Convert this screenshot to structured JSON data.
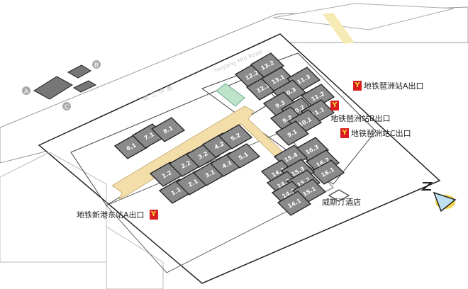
{
  "roads": {
    "top_en": "Yuejiang Mid Road",
    "top_cn": "阅江中路"
  },
  "legend_markers": [
    "A",
    "B",
    "C"
  ],
  "halls": [
    {
      "label": "6.1"
    },
    {
      "label": "7.1"
    },
    {
      "label": "8.1"
    },
    {
      "label": "1.1"
    },
    {
      "label": "1.2"
    },
    {
      "label": "2.1"
    },
    {
      "label": "2.2"
    },
    {
      "label": "3.1"
    },
    {
      "label": "3.2"
    },
    {
      "label": "4.1"
    },
    {
      "label": "4.2"
    },
    {
      "label": "5.1"
    },
    {
      "label": "5.2"
    },
    {
      "label": "12.2"
    },
    {
      "label": "13.2"
    },
    {
      "label": "12.1"
    },
    {
      "label": "13.1"
    },
    {
      "label": "11.3"
    },
    {
      "label": "10.3"
    },
    {
      "label": "11.2"
    },
    {
      "label": "9.3"
    },
    {
      "label": "10.2"
    },
    {
      "label": "11.1"
    },
    {
      "label": "9.2"
    },
    {
      "label": "10.1"
    },
    {
      "label": "9.1"
    },
    {
      "label": "16.3"
    },
    {
      "label": "16.2"
    },
    {
      "label": "16.1"
    },
    {
      "label": "15.4"
    },
    {
      "label": "14.4"
    },
    {
      "label": "15.3"
    },
    {
      "label": "14.3"
    },
    {
      "label": "15.2"
    },
    {
      "label": "14.2"
    },
    {
      "label": "15.1"
    },
    {
      "label": "14.1"
    }
  ],
  "labels": {
    "metro_a": "地铁琶洲站A出口",
    "metro_b": "地铁琶洲站B出口",
    "metro_c": "地铁琶洲站C出口",
    "metro_xg": "地铁新港东站A出口",
    "hotel": "威斯汀酒店",
    "metro_icon_glyph": "Y"
  },
  "colors": {
    "hall": "#8a8a8a",
    "corridor": "#f3deaa",
    "metro": "#d81e1e",
    "green": "#bfe3c9"
  }
}
